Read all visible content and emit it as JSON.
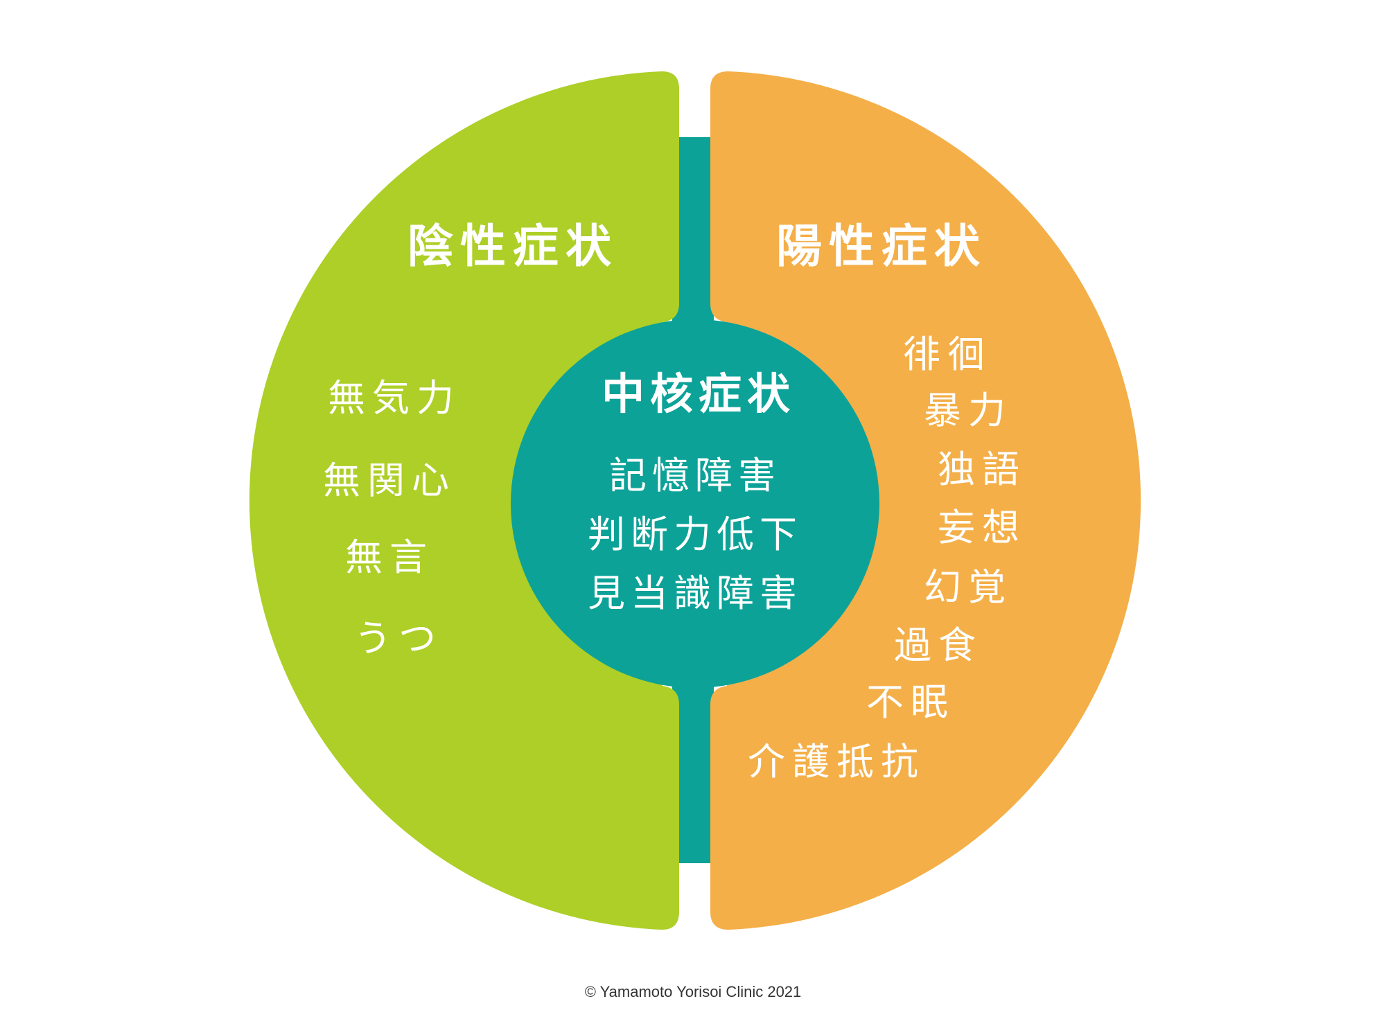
{
  "colors": {
    "negative": "#ADCF27",
    "positive": "#F4AF48",
    "core": "#0CA298",
    "text": "#ffffff",
    "copyright": "#333333"
  },
  "negative": {
    "title": "陰性症状",
    "items": [
      "無気力",
      "無関心",
      "無言",
      "うつ"
    ]
  },
  "positive": {
    "title": "陽性症状",
    "items": [
      "徘徊",
      "暴力",
      "独語",
      "妄想",
      "幻覚",
      "過食",
      "不眠",
      "介護抵抗"
    ]
  },
  "core": {
    "title": "中核症状",
    "items": [
      "記憶障害",
      "判断力低下",
      "見当識障害"
    ]
  },
  "copyright": "© Yamamoto Yorisoi Clinic 2021"
}
